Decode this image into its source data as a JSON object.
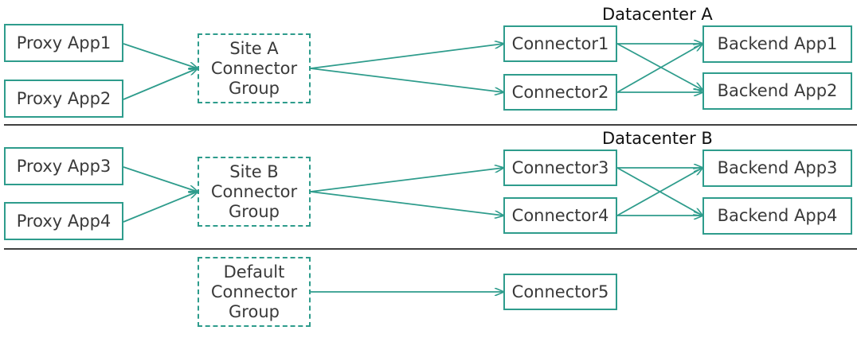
{
  "datacenters": {
    "a": {
      "label": "Datacenter A"
    },
    "b": {
      "label": "Datacenter B"
    }
  },
  "proxy_apps": [
    "Proxy App1",
    "Proxy App2",
    "Proxy App3",
    "Proxy App4"
  ],
  "groups": {
    "site_a": [
      "Site A",
      "Connector",
      "Group"
    ],
    "site_b": [
      "Site B",
      "Connector",
      "Group"
    ],
    "default": [
      "Default",
      "Connector",
      "Group"
    ]
  },
  "connectors": [
    "Connector1",
    "Connector2",
    "Connector3",
    "Connector4",
    "Connector5"
  ],
  "backend_apps": [
    "Backend App1",
    "Backend App2",
    "Backend App3",
    "Backend App4"
  ],
  "colors": {
    "connector_line": "#2e9c8c",
    "separator": "#404040",
    "text": "#3a3a3a"
  }
}
